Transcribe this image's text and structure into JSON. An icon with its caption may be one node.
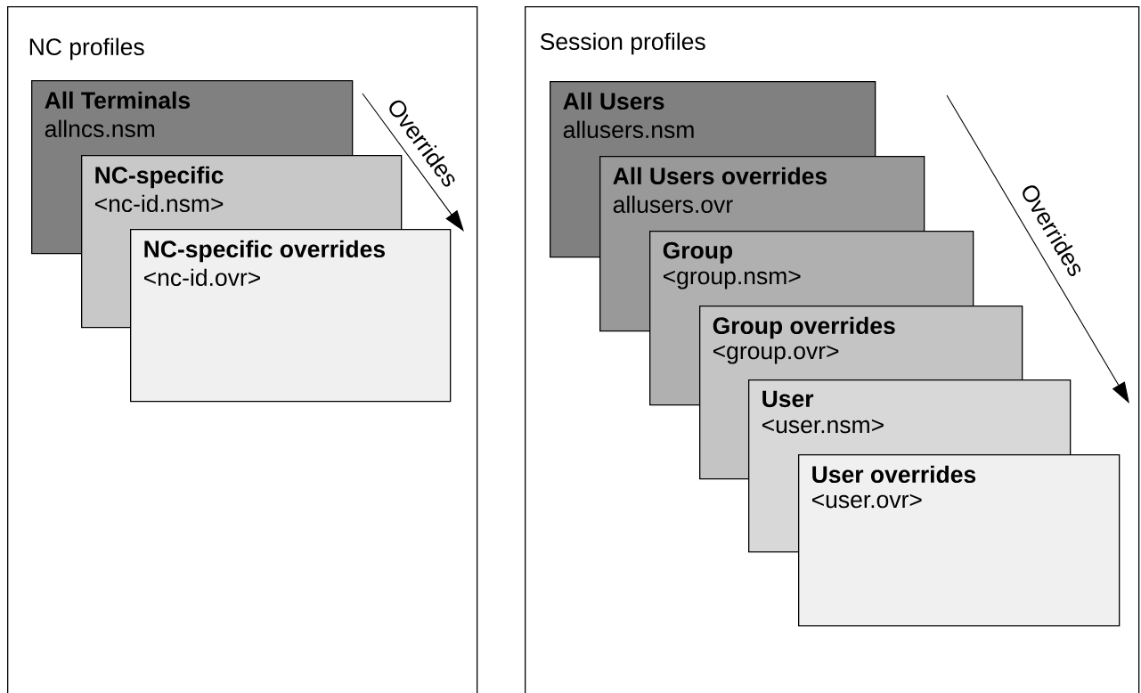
{
  "diagram": {
    "nodes": [
      {
        "text": [
          "NC profiles"
        ]
      },
      {
        "text": [
          "All Terminals",
          "allncs.nsm"
        ],
        "in": 0
      },
      {
        "text": [
          "NC-specific",
          "<nc-id.nsm>"
        ],
        "in": 0
      },
      {
        "text": [
          "NC-specific overrides",
          "<nc-id.ovr>"
        ],
        "in": 0
      },
      {
        "text": [
          "Session profiles"
        ]
      },
      {
        "text": [
          "All Users",
          "allusers.nsm"
        ],
        "in": 4
      },
      {
        "text": [
          "All Users overrides",
          "allusers.ovr"
        ],
        "in": 4
      },
      {
        "text": [
          "Group",
          "<group.nsm>"
        ],
        "in": 4
      },
      {
        "text": [
          "Group overrides",
          "<group.ovr>"
        ],
        "in": 4
      },
      {
        "text": [
          "User",
          "<user.nsm>"
        ],
        "in": 4
      },
      {
        "text": [
          "User overrides",
          "<user.ovr>"
        ],
        "in": 4
      }
    ],
    "edges": [],
    "labels": [
      "Overrides",
      "Overrides"
    ]
  }
}
